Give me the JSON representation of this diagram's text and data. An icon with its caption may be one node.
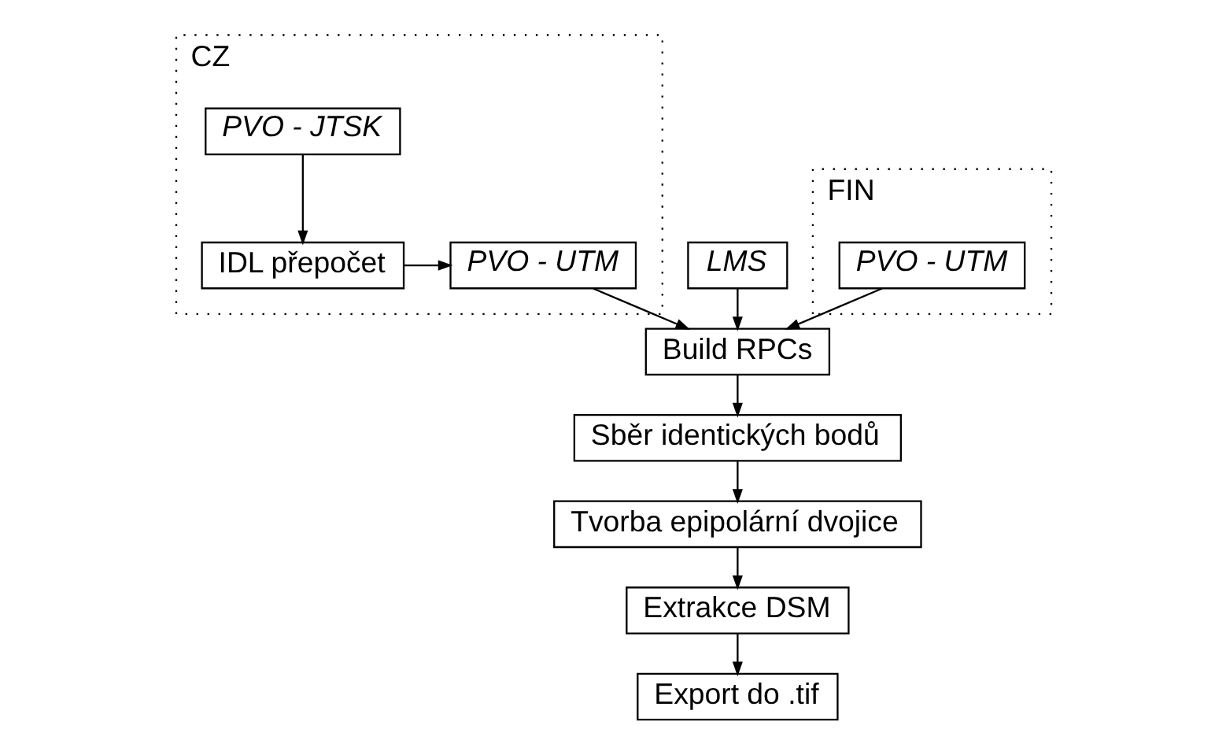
{
  "diagram": {
    "nodes": [
      {
        "text": [
          "CZ"
        ]
      },
      {
        "text": [
          "PVO - JTSK"
        ],
        "in": 0
      },
      {
        "text": [
          "IDL přepočet"
        ],
        "in": 0
      },
      {
        "text": [
          "PVO - UTM"
        ],
        "in": 0
      },
      {
        "text": [
          "LMS"
        ]
      },
      {
        "text": [
          "Build RPCs"
        ]
      },
      {
        "text": [
          "FIN"
        ]
      },
      {
        "text": [
          "PVO - UTM"
        ],
        "in": 6
      },
      {
        "text": [
          "Sběr identických bodů"
        ]
      },
      {
        "text": [
          "Tvorba epipolární dvojice"
        ]
      },
      {
        "text": [
          "Extrakce DSM"
        ]
      },
      {
        "text": [
          "Export do .tif"
        ]
      }
    ],
    "edges": [
      {
        "from": 1,
        "to": 2,
        "arrow": "to"
      },
      {
        "from": 2,
        "to": 3,
        "arrow": "to"
      },
      {
        "from": 3,
        "to": 5,
        "arrow": "to"
      },
      {
        "from": 4,
        "to": 5,
        "arrow": "to"
      },
      {
        "from": 7,
        "to": 5,
        "arrow": "to"
      },
      {
        "from": 5,
        "to": 8,
        "arrow": "to"
      },
      {
        "from": 8,
        "to": 9,
        "arrow": "to"
      },
      {
        "from": 9,
        "to": 10,
        "arrow": "to"
      },
      {
        "from": 10,
        "to": 11,
        "arrow": "to"
      }
    ]
  }
}
